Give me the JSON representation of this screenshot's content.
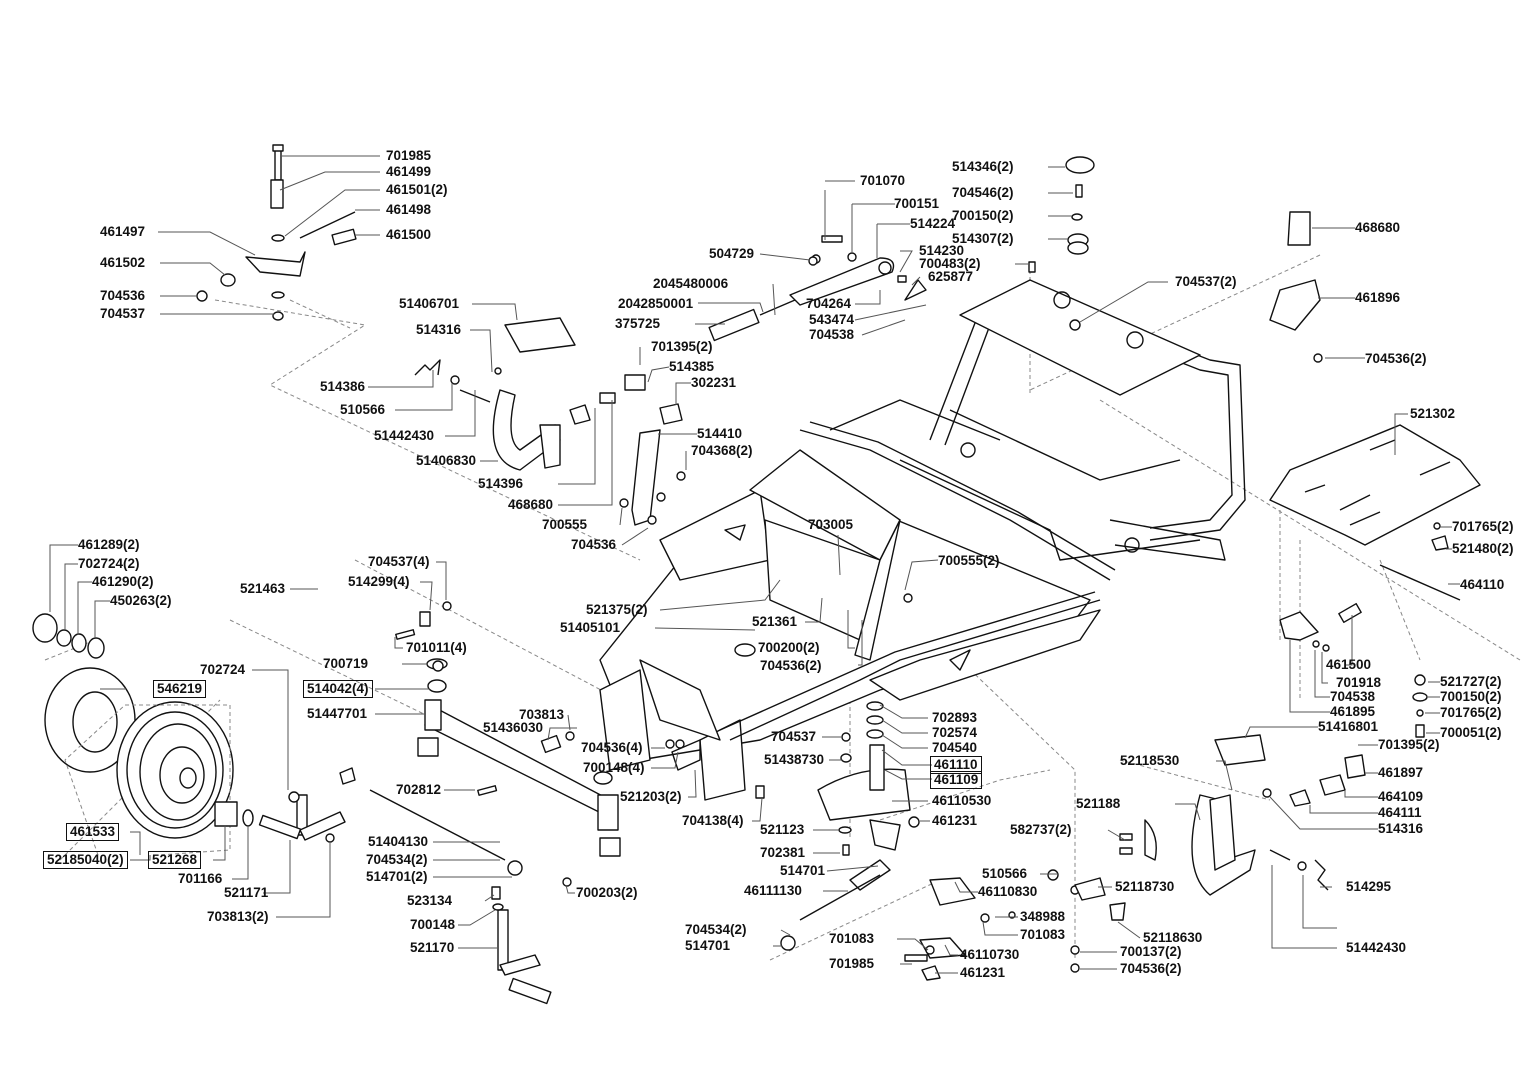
{
  "diagram": {
    "title": "Exploded parts diagram - riding mower chassis, steering, pedals and front axle",
    "line_color": "#111111",
    "leader_color": "#555555",
    "dash_color": "#888888",
    "labels": [
      {
        "id": "701985-a",
        "text": "701985",
        "boxed": false
      },
      {
        "id": "461499",
        "text": "461499",
        "boxed": false
      },
      {
        "id": "461501",
        "text": "461501(2)",
        "boxed": false
      },
      {
        "id": "461498",
        "text": "461498",
        "boxed": false
      },
      {
        "id": "461497",
        "text": "461497",
        "boxed": false
      },
      {
        "id": "461500-a",
        "text": "461500",
        "boxed": false
      },
      {
        "id": "461502",
        "text": "461502",
        "boxed": false
      },
      {
        "id": "704536-a",
        "text": "704536",
        "boxed": false
      },
      {
        "id": "704537-a",
        "text": "704537",
        "boxed": false
      },
      {
        "id": "51406701",
        "text": "51406701",
        "boxed": false
      },
      {
        "id": "514316-a",
        "text": "514316",
        "boxed": false
      },
      {
        "id": "514386",
        "text": "514386",
        "boxed": false
      },
      {
        "id": "510566-a",
        "text": "510566",
        "boxed": false
      },
      {
        "id": "51442430-a",
        "text": "51442430",
        "boxed": false
      },
      {
        "id": "51406830",
        "text": "51406830",
        "boxed": false
      },
      {
        "id": "514396",
        "text": "514396",
        "boxed": false
      },
      {
        "id": "468680-a",
        "text": "468680",
        "boxed": false
      },
      {
        "id": "700555-a",
        "text": "700555",
        "boxed": false
      },
      {
        "id": "704536-b",
        "text": "704536",
        "boxed": false
      },
      {
        "id": "701070",
        "text": "701070",
        "boxed": false
      },
      {
        "id": "700151",
        "text": "700151",
        "boxed": false
      },
      {
        "id": "514224",
        "text": "514224",
        "boxed": false
      },
      {
        "id": "504729",
        "text": "504729",
        "boxed": false
      },
      {
        "id": "514230",
        "text": "514230",
        "boxed": false
      },
      {
        "id": "2045480006",
        "text": "2045480006",
        "boxed": false
      },
      {
        "id": "625877",
        "text": "625877",
        "boxed": false
      },
      {
        "id": "2042850001",
        "text": "2042850001",
        "boxed": false
      },
      {
        "id": "704264",
        "text": "704264",
        "boxed": false
      },
      {
        "id": "543474",
        "text": "543474",
        "boxed": false
      },
      {
        "id": "375725",
        "text": "375725",
        "boxed": false
      },
      {
        "id": "704538-a",
        "text": "704538",
        "boxed": false
      },
      {
        "id": "701395-a",
        "text": "701395(2)",
        "boxed": false
      },
      {
        "id": "514385",
        "text": "514385",
        "boxed": false
      },
      {
        "id": "302231",
        "text": "302231",
        "boxed": false
      },
      {
        "id": "514410",
        "text": "514410",
        "boxed": false
      },
      {
        "id": "704368",
        "text": "704368(2)",
        "boxed": false
      },
      {
        "id": "514346",
        "text": "514346(2)",
        "boxed": false
      },
      {
        "id": "704546",
        "text": "704546(2)",
        "boxed": false
      },
      {
        "id": "700150-a",
        "text": "700150(2)",
        "boxed": false
      },
      {
        "id": "514307",
        "text": "514307(2)",
        "boxed": false
      },
      {
        "id": "700483",
        "text": "700483(2)",
        "boxed": false
      },
      {
        "id": "704537-b",
        "text": "704537(2)",
        "boxed": false
      },
      {
        "id": "468680-b",
        "text": "468680",
        "boxed": false
      },
      {
        "id": "461896",
        "text": "461896",
        "boxed": false
      },
      {
        "id": "704536-c",
        "text": "704536(2)",
        "boxed": false
      },
      {
        "id": "521302",
        "text": "521302",
        "boxed": false
      },
      {
        "id": "701765-a",
        "text": "701765(2)",
        "boxed": false
      },
      {
        "id": "521480",
        "text": "521480(2)",
        "boxed": false
      },
      {
        "id": "464110",
        "text": "464110",
        "boxed": false
      },
      {
        "id": "703005",
        "text": "703005",
        "boxed": false
      },
      {
        "id": "700555-b",
        "text": "700555(2)",
        "boxed": false
      },
      {
        "id": "521375",
        "text": "521375(2)",
        "boxed": false
      },
      {
        "id": "521361",
        "text": "521361",
        "boxed": false
      },
      {
        "id": "51405101",
        "text": "51405101",
        "boxed": false
      },
      {
        "id": "700200",
        "text": "700200(2)",
        "boxed": false
      },
      {
        "id": "704536-d",
        "text": "704536(2)",
        "boxed": false
      },
      {
        "id": "461500-b",
        "text": "461500",
        "boxed": false
      },
      {
        "id": "701918",
        "text": "701918",
        "boxed": false
      },
      {
        "id": "704538-b",
        "text": "704538",
        "boxed": false
      },
      {
        "id": "461895",
        "text": "461895",
        "boxed": false
      },
      {
        "id": "521727",
        "text": "521727(2)",
        "boxed": false
      },
      {
        "id": "700150-b",
        "text": "700150(2)",
        "boxed": false
      },
      {
        "id": "701765-b",
        "text": "701765(2)",
        "boxed": false
      },
      {
        "id": "700051",
        "text": "700051(2)",
        "boxed": false
      },
      {
        "id": "51416801",
        "text": "51416801",
        "boxed": false
      },
      {
        "id": "701395-b",
        "text": "701395(2)",
        "boxed": false
      },
      {
        "id": "461897",
        "text": "461897",
        "boxed": false
      },
      {
        "id": "464109",
        "text": "464109",
        "boxed": false
      },
      {
        "id": "464111",
        "text": "464111",
        "boxed": false
      },
      {
        "id": "514316-b",
        "text": "514316",
        "boxed": false
      },
      {
        "id": "52118530",
        "text": "52118530",
        "boxed": false
      },
      {
        "id": "521188",
        "text": "521188",
        "boxed": false
      },
      {
        "id": "582737",
        "text": "582737(2)",
        "boxed": false
      },
      {
        "id": "514295",
        "text": "514295",
        "boxed": false
      },
      {
        "id": "52118730",
        "text": "52118730",
        "boxed": false
      },
      {
        "id": "510566-b",
        "text": "510566",
        "boxed": false
      },
      {
        "id": "52118630",
        "text": "52118630",
        "boxed": false
      },
      {
        "id": "51442430-b",
        "text": "51442430",
        "boxed": false
      },
      {
        "id": "700137",
        "text": "700137(2)",
        "boxed": false
      },
      {
        "id": "704536-e",
        "text": "704536(2)",
        "boxed": false
      },
      {
        "id": "702893",
        "text": "702893",
        "boxed": false
      },
      {
        "id": "702574",
        "text": "702574",
        "boxed": false
      },
      {
        "id": "704537-c",
        "text": "704537",
        "boxed": false
      },
      {
        "id": "704540",
        "text": "704540",
        "boxed": false
      },
      {
        "id": "51438730",
        "text": "51438730",
        "boxed": false
      },
      {
        "id": "461110",
        "text": "461110",
        "boxed": true
      },
      {
        "id": "461109",
        "text": "461109",
        "boxed": true
      },
      {
        "id": "46110530",
        "text": "46110530",
        "boxed": false
      },
      {
        "id": "704138",
        "text": "704138(4)",
        "boxed": false
      },
      {
        "id": "521123",
        "text": "521123",
        "boxed": false
      },
      {
        "id": "461231-a",
        "text": "461231",
        "boxed": false
      },
      {
        "id": "702381",
        "text": "702381",
        "boxed": false
      },
      {
        "id": "514701-a",
        "text": "514701",
        "boxed": false
      },
      {
        "id": "46111130",
        "text": "46111130",
        "boxed": false
      },
      {
        "id": "46110830",
        "text": "46110830",
        "boxed": false
      },
      {
        "id": "348988",
        "text": "348988",
        "boxed": false
      },
      {
        "id": "704534-a",
        "text": "704534(2)",
        "boxed": false
      },
      {
        "id": "701083-a",
        "text": "701083",
        "boxed": false
      },
      {
        "id": "514701-b",
        "text": "514701",
        "boxed": false
      },
      {
        "id": "701083-b",
        "text": "701083",
        "boxed": false
      },
      {
        "id": "46110730",
        "text": "46110730",
        "boxed": false
      },
      {
        "id": "701985-b",
        "text": "701985",
        "boxed": false
      },
      {
        "id": "461231-b",
        "text": "461231",
        "boxed": false
      },
      {
        "id": "461289",
        "text": "461289(2)",
        "boxed": false
      },
      {
        "id": "702724-a",
        "text": "702724(2)",
        "boxed": false
      },
      {
        "id": "461290",
        "text": "461290(2)",
        "boxed": false
      },
      {
        "id": "450263",
        "text": "450263(2)",
        "boxed": false
      },
      {
        "id": "704537-d",
        "text": "704537(4)",
        "boxed": false
      },
      {
        "id": "514299",
        "text": "514299(4)",
        "boxed": false
      },
      {
        "id": "521463",
        "text": "521463",
        "boxed": false
      },
      {
        "id": "701011",
        "text": "701011(4)",
        "boxed": false
      },
      {
        "id": "700719",
        "text": "700719",
        "boxed": false
      },
      {
        "id": "702724-b",
        "text": "702724",
        "boxed": false
      },
      {
        "id": "546219",
        "text": "546219",
        "boxed": true
      },
      {
        "id": "514042",
        "text": "514042(4)",
        "boxed": true
      },
      {
        "id": "51447701",
        "text": "51447701",
        "boxed": false
      },
      {
        "id": "703813-a",
        "text": "703813",
        "boxed": false
      },
      {
        "id": "51436030",
        "text": "51436030",
        "boxed": false
      },
      {
        "id": "704536-f",
        "text": "704536(4)",
        "boxed": false
      },
      {
        "id": "700148-a",
        "text": "700148(4)",
        "boxed": false
      },
      {
        "id": "702812",
        "text": "702812",
        "boxed": false
      },
      {
        "id": "521203",
        "text": "521203(2)",
        "boxed": false
      },
      {
        "id": "461533",
        "text": "461533",
        "boxed": true
      },
      {
        "id": "52185040",
        "text": "52185040(2)",
        "boxed": true
      },
      {
        "id": "521268",
        "text": "521268",
        "boxed": true
      },
      {
        "id": "701166",
        "text": "701166",
        "boxed": false
      },
      {
        "id": "521171",
        "text": "521171",
        "boxed": false
      },
      {
        "id": "703813-b",
        "text": "703813(2)",
        "boxed": false
      },
      {
        "id": "51404130",
        "text": "51404130",
        "boxed": false
      },
      {
        "id": "704534-b",
        "text": "704534(2)",
        "boxed": false
      },
      {
        "id": "514701-c",
        "text": "514701(2)",
        "boxed": false
      },
      {
        "id": "700203",
        "text": "700203(2)",
        "boxed": false
      },
      {
        "id": "523134",
        "text": "523134",
        "boxed": false
      },
      {
        "id": "700148-b",
        "text": "700148",
        "boxed": false
      },
      {
        "id": "521170",
        "text": "521170",
        "boxed": false
      }
    ]
  }
}
